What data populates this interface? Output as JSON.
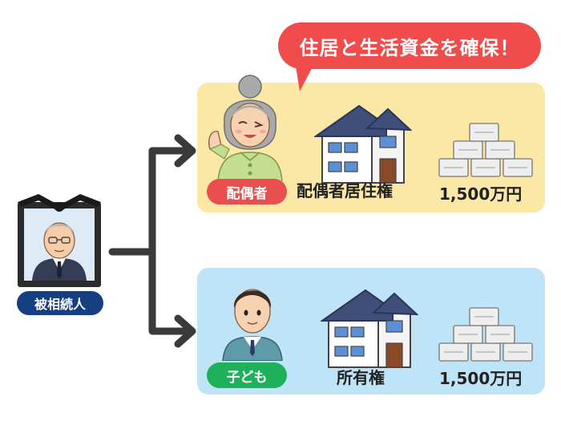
{
  "bubble": {
    "text": "住居と生活資金を確保！"
  },
  "decedent": {
    "label": "被相続人"
  },
  "spouse": {
    "label": "配偶者",
    "right": "配偶者居住権",
    "money": "1,500万円"
  },
  "child": {
    "label": "子ども",
    "right": "所有権",
    "money": "1,500万円"
  },
  "colors": {
    "bubble": "#f04c4c",
    "spouse_panel": "#fbe7a6",
    "child_panel": "#bfe3f7",
    "spouse_pill": "#ea4f4f",
    "child_pill": "#1fb15a",
    "decedent_pill": "#143f80",
    "arrow": "#3a3a3a"
  },
  "icons": [
    "memorial-portrait-icon",
    "grandmother-icon",
    "man-icon",
    "house-icon",
    "money-stack-icon",
    "arrow-icon"
  ]
}
